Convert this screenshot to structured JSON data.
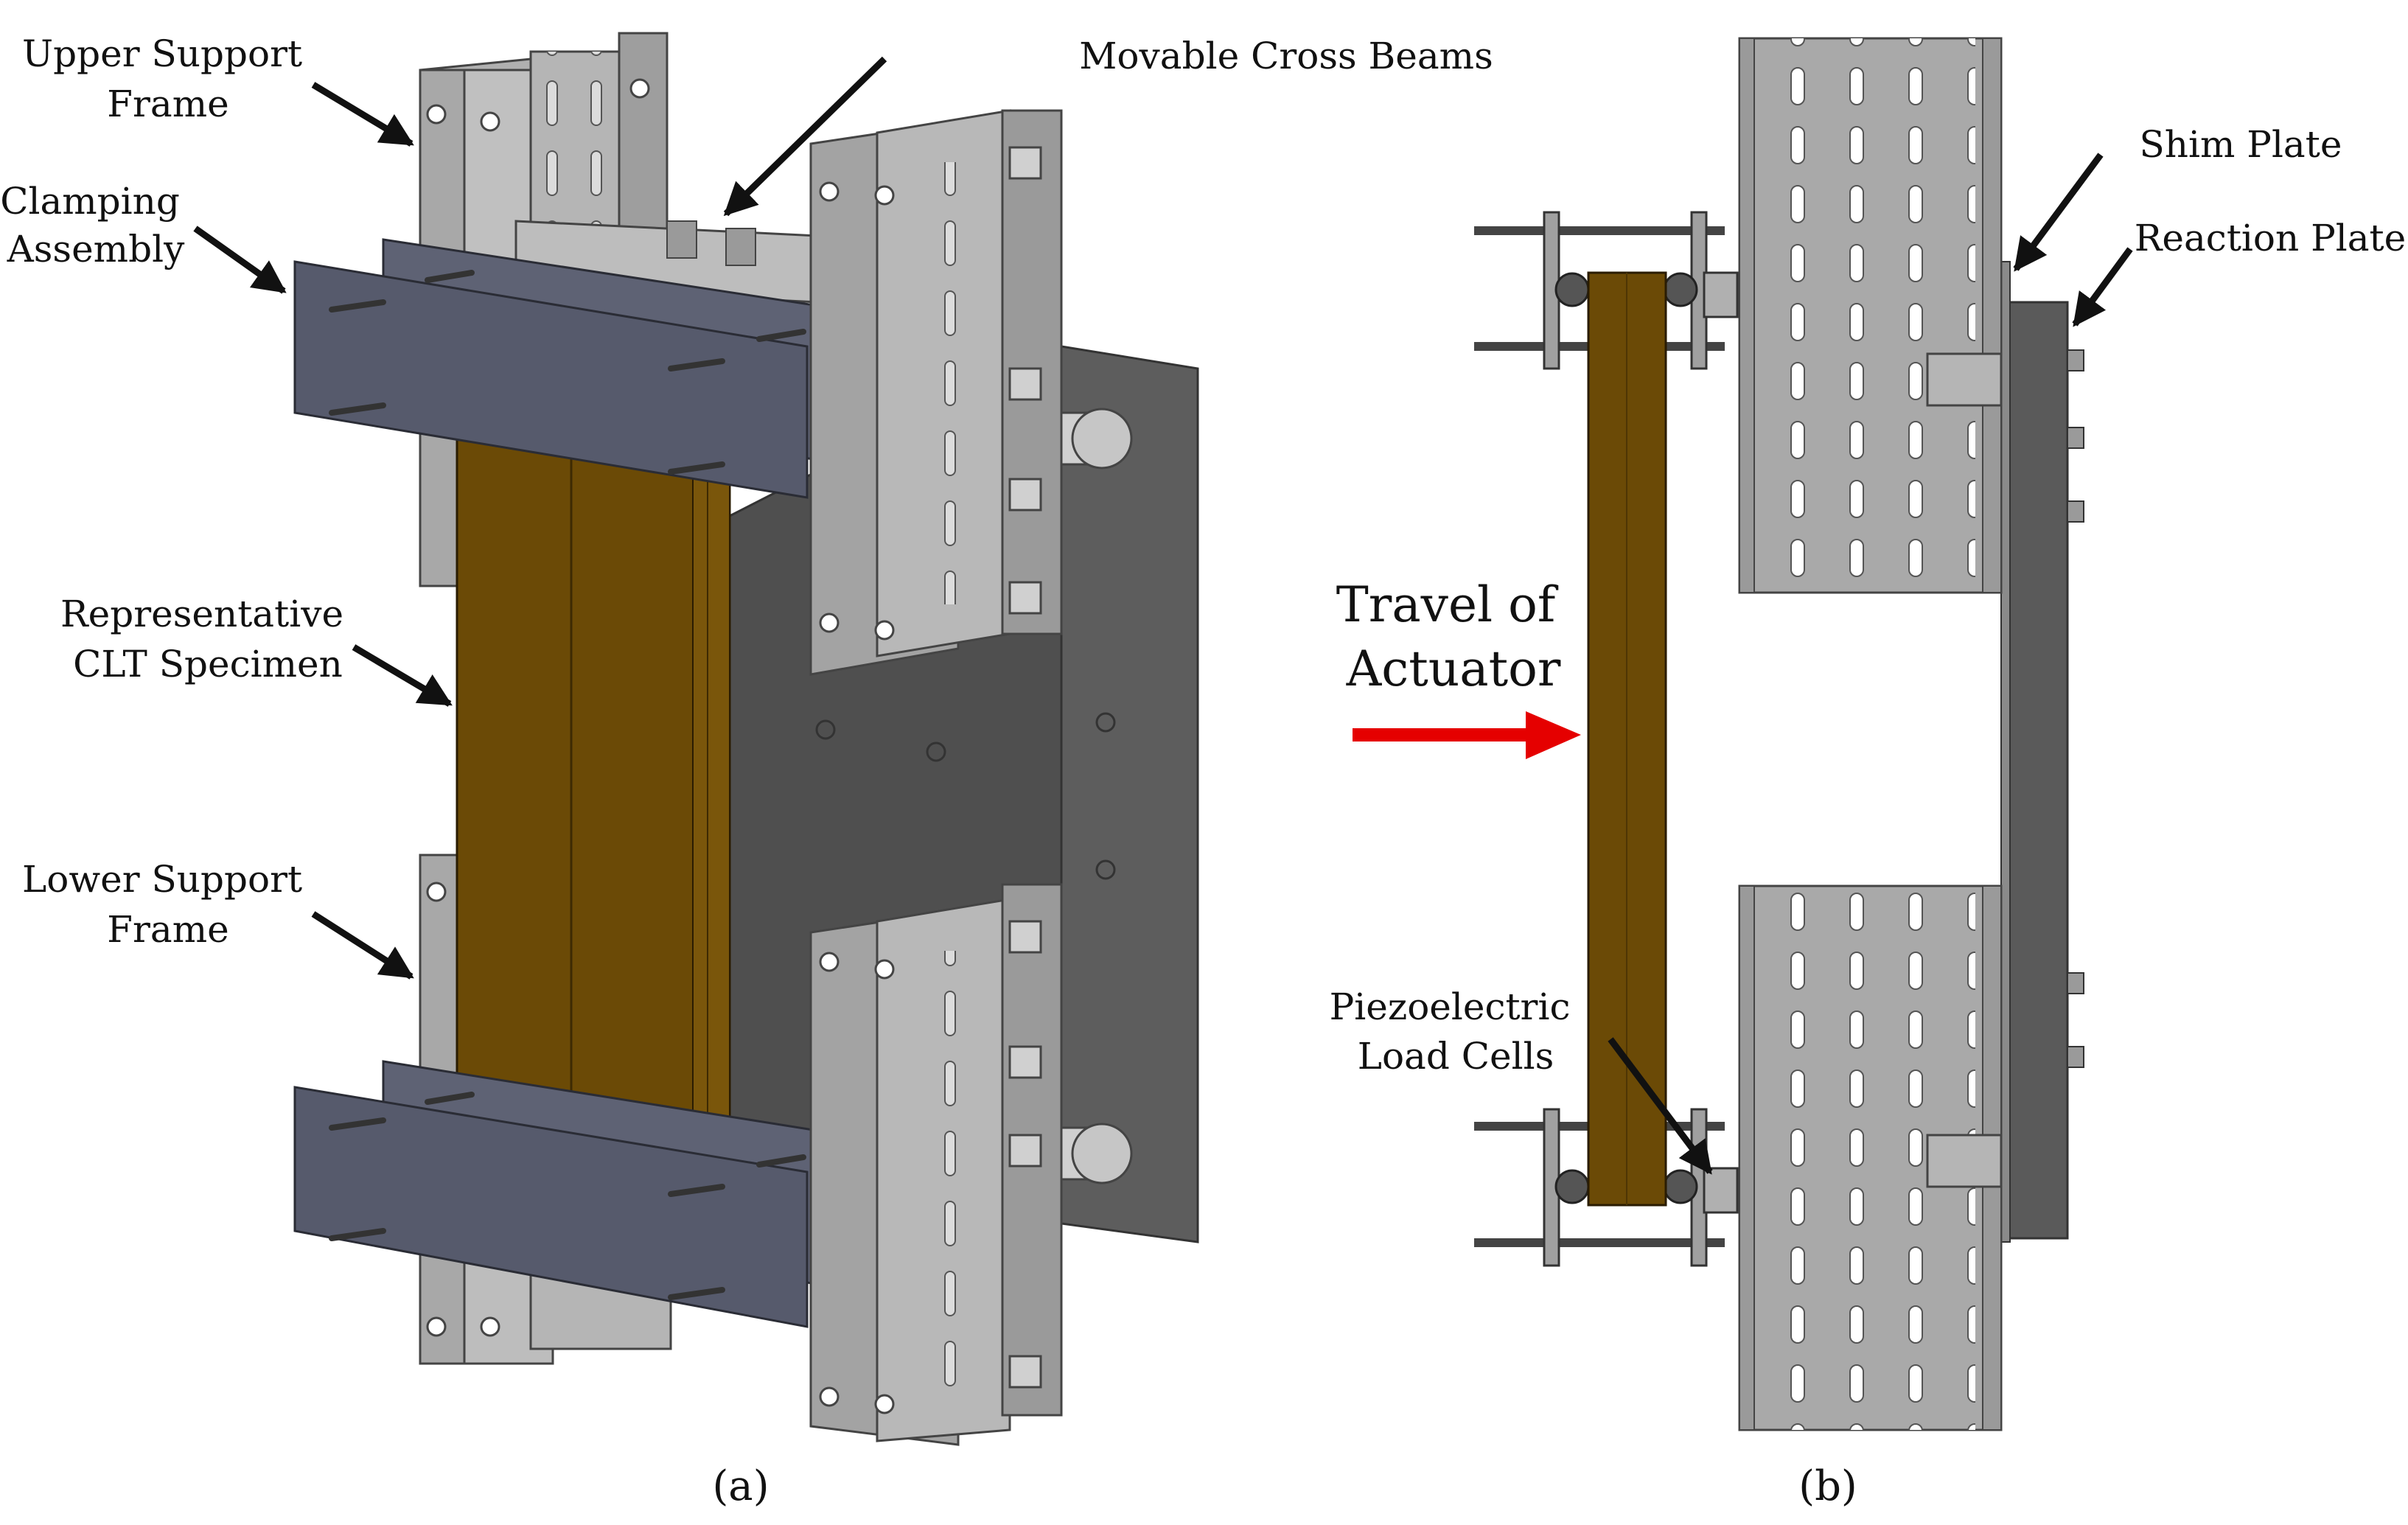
{
  "labels": {
    "upper_support_frame": [
      "Upper Support",
      "Frame"
    ],
    "clamping_assembly": [
      "Clamping",
      "Assembly"
    ],
    "representative_clt_specimen": [
      "Representative",
      "CLT Specimen"
    ],
    "lower_support_frame": [
      "Lower Support",
      "Frame"
    ],
    "movable_cross_beams": "Movable Cross Beams",
    "shim_plate": "Shim Plate",
    "reaction_plate": "Reaction Plate",
    "travel_of_actuator": [
      "Travel of",
      "Actuator"
    ],
    "piezoelectric_load_cells": [
      "Piezoelectric",
      "Load Cells"
    ]
  },
  "captions": {
    "a": "(a)",
    "b": "(b)"
  },
  "colors": {
    "clt_wood": "#6b4a06",
    "steel_frame": "#a9a9a9",
    "clamp_plate": "#5a5e70",
    "reaction_plate": "#555555",
    "actuator_arrow": "#e50000"
  }
}
